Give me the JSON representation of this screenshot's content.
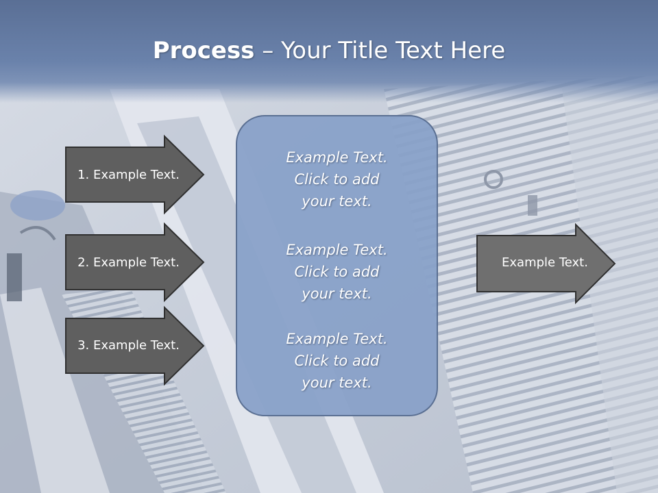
{
  "slide": {
    "title_bold": "Process",
    "title_rest": " – Your Title Text Here",
    "left_arrows": [
      {
        "label": "1. Example Text."
      },
      {
        "label": "2. Example Text."
      },
      {
        "label": "3. Example Text."
      }
    ],
    "center_box": {
      "paragraphs": [
        {
          "line1": "Example Text.",
          "line2": "Click  to add",
          "line3": "your text."
        },
        {
          "line1": "Example Text.",
          "line2": "Click  to add",
          "line3": "your text."
        },
        {
          "line1": "Example Text.",
          "line2": "Click  to add",
          "line3": "your text."
        }
      ]
    },
    "right_arrow": {
      "label": "Example Text."
    }
  },
  "colors": {
    "title_band": "#6a82ab",
    "dark_arrow_fill": "#5f5f5f",
    "right_arrow_fill": "#6f6f6f",
    "center_box_fill": "#88a0c8",
    "center_box_border": "#5a6f92"
  },
  "icons": {
    "arrows": "right-pointing-arrow-shape"
  }
}
